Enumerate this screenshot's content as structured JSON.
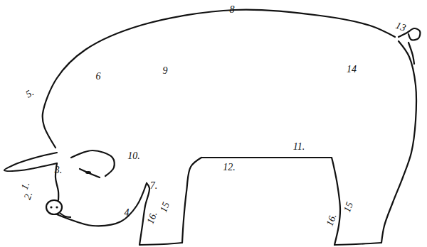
{
  "diagram": {
    "labels": [
      "8",
      "13",
      "5.",
      "6",
      "9",
      "14",
      "3.",
      "1.",
      "2.",
      "10.",
      "11.",
      "12.",
      "7.",
      "15",
      "4",
      "16.",
      "15",
      "16."
    ]
  }
}
